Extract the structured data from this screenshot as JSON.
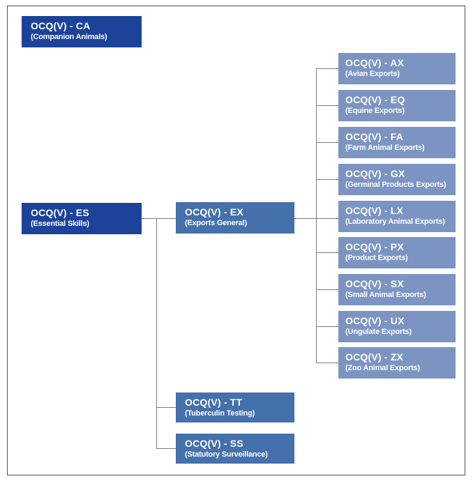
{
  "colors": {
    "root_box": "#1c4299",
    "child_box": "#4470ab",
    "export_box": "#7b94c2",
    "connector": "#7a7a7a",
    "page_border": "#4e4e4e",
    "text": "#ffffff"
  },
  "nodes": {
    "ca": {
      "title": "OCQ(V) - CA",
      "subtitle": "(Companion Animals)"
    },
    "es": {
      "title": "OCQ(V) - ES",
      "subtitle": "(Essential Skills)"
    },
    "ex": {
      "title": "OCQ(V) - EX",
      "subtitle": "(Exports General)"
    },
    "tt": {
      "title": "OCQ(V) - TT",
      "subtitle": "(Tuberculin Testing)"
    },
    "ss": {
      "title": "OCQ(V) - SS",
      "subtitle": "(Statutory Surveillance)"
    },
    "exports": [
      {
        "title": "OCQ(V) - AX",
        "subtitle": "(Avian Exports)"
      },
      {
        "title": "OCQ(V) - EQ",
        "subtitle": "(Equine Exports)"
      },
      {
        "title": "OCQ(V) - FA",
        "subtitle": "(Farm Animal Exports)"
      },
      {
        "title": "OCQ(V) - GX",
        "subtitle": "(Germinal Products Exports)"
      },
      {
        "title": "OCQ(V) - LX",
        "subtitle": "(Laboratory Animal Exports)"
      },
      {
        "title": "OCQ(V) - PX",
        "subtitle": "(Product Exports)"
      },
      {
        "title": "OCQ(V) - SX",
        "subtitle": "(Small Animal Exports)"
      },
      {
        "title": "OCQ(V) - UX",
        "subtitle": "(Ungulate Exports)"
      },
      {
        "title": "OCQ(V) - ZX",
        "subtitle": "(Zoo Animal Exports)"
      }
    ]
  },
  "edges": {
    "es_children": [
      "ex",
      "tt",
      "ss"
    ],
    "ex_children": [
      "AX",
      "EQ",
      "FA",
      "GX",
      "LX",
      "PX",
      "SX",
      "UX",
      "ZX"
    ]
  }
}
